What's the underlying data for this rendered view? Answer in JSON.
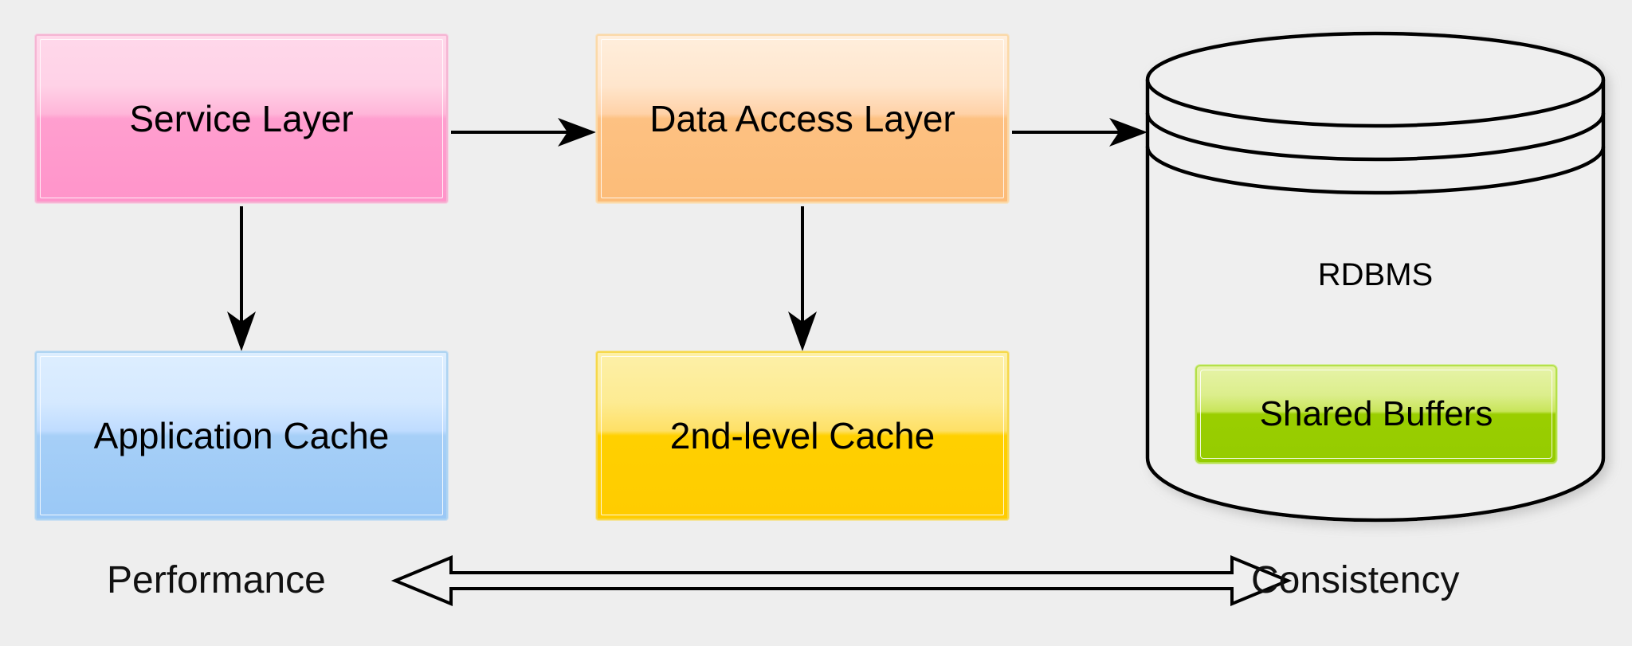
{
  "diagram": {
    "background_color": "#eeeeee",
    "nodes": [
      {
        "id": "service-layer",
        "label": "Service Layer",
        "color": "#ff94ca",
        "shape": "rounded-rect"
      },
      {
        "id": "data-access-layer",
        "label": "Data Access Layer",
        "color": "#fcbc78",
        "shape": "rounded-rect"
      },
      {
        "id": "application-cache",
        "label": "Application Cache",
        "color": "#9ac8f6",
        "shape": "rounded-rect"
      },
      {
        "id": "second-level-cache",
        "label": "2nd-level Cache",
        "color": "#ffcc00",
        "shape": "rounded-rect"
      },
      {
        "id": "rdbms",
        "label": "RDBMS",
        "color": "#eeeeee",
        "shape": "cylinder"
      },
      {
        "id": "shared-buffers",
        "label": "Shared Buffers",
        "color": "#95cc00",
        "shape": "rounded-rect"
      }
    ],
    "edges": [
      {
        "from": "service-layer",
        "to": "data-access-layer",
        "style": "solid-filled-arrow",
        "direction": "right"
      },
      {
        "from": "data-access-layer",
        "to": "rdbms",
        "style": "solid-filled-arrow",
        "direction": "right"
      },
      {
        "from": "service-layer",
        "to": "application-cache",
        "style": "solid-filled-arrow",
        "direction": "down"
      },
      {
        "from": "data-access-layer",
        "to": "second-level-cache",
        "style": "solid-filled-arrow",
        "direction": "down"
      }
    ],
    "spectrum": {
      "left_label": "Performance",
      "right_label": "Consistency",
      "style": "hollow-double-headed-arrow",
      "stroke_color": "#000000"
    }
  }
}
